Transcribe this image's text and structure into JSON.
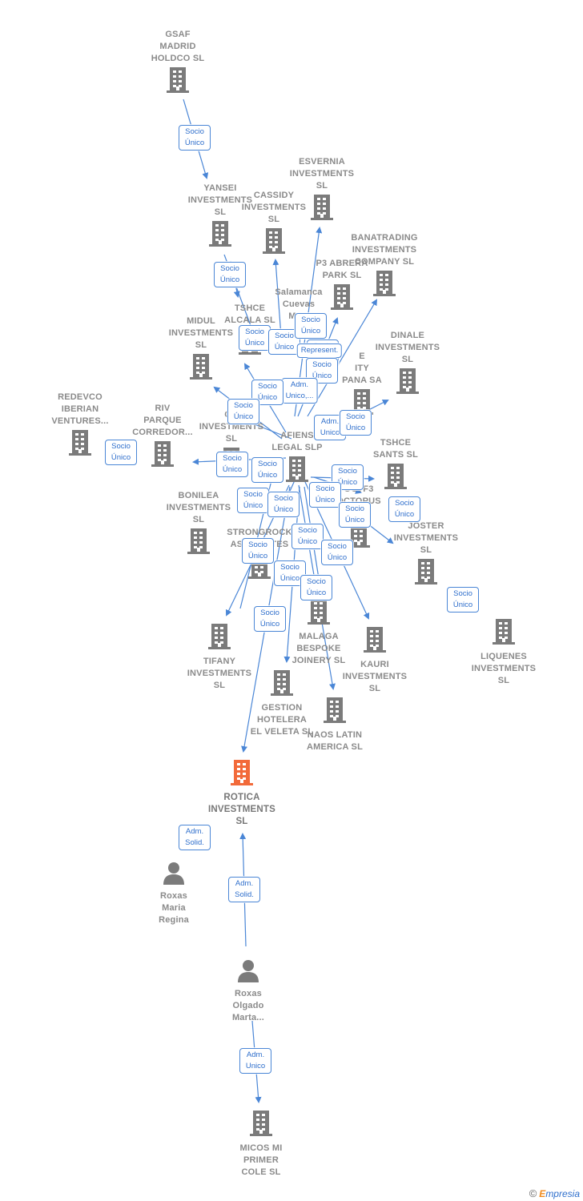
{
  "colors": {
    "edge": "#4a86d6",
    "building": "#7b7b7b",
    "highlight": "#f26a3a",
    "person": "#7b7b7b"
  },
  "nodes": [
    {
      "id": "gsaf",
      "label": "GSAF\nMADRID\nHOLDCO  SL",
      "icon": "building-icon",
      "label_pos": "above"
    },
    {
      "id": "yansei",
      "label": "YANSEI\nINVESTMENTS\nSL",
      "icon": "building-icon",
      "label_pos": "above"
    },
    {
      "id": "cassidy",
      "label": "CASSIDY\nINVESTMENTS\nSL",
      "icon": "building-icon",
      "label_pos": "above"
    },
    {
      "id": "esvernia",
      "label": "ESVERNIA\nINVESTMENTS\nSL",
      "icon": "building-icon",
      "label_pos": "above"
    },
    {
      "id": "banatrading",
      "label": "BANATRADING\nINVESTMENTS\nCOMPANY  SL",
      "icon": "building-icon",
      "label_pos": "above"
    },
    {
      "id": "p3abrera",
      "label": "P3 ABRERA\nPARK  SL",
      "icon": "building-icon",
      "label_pos": "above"
    },
    {
      "id": "salamanca",
      "label": "Salamanca\nCuevas\nMa...",
      "icon": "none",
      "label_pos": "above"
    },
    {
      "id": "tshce_alcala",
      "label": "TSHCE\nALCALA  SL",
      "icon": "building-icon",
      "label_pos": "above"
    },
    {
      "id": "midul",
      "label": "MIDUL\nINVESTMENTS\nSL",
      "icon": "building-icon",
      "label_pos": "above"
    },
    {
      "id": "dinale",
      "label": "DINALE\nINVESTMENTS\nSL",
      "icon": "building-icon",
      "label_pos": "above"
    },
    {
      "id": "quality",
      "label": "E\nITY\nPANA SA",
      "icon": "building-icon",
      "label_pos": "above"
    },
    {
      "id": "redevco",
      "label": "REDEVCO\nIBERIAN\nVENTURES...",
      "icon": "building-icon",
      "label_pos": "above"
    },
    {
      "id": "riv",
      "label": "RIV\nPARQUE\nCORREDOR...",
      "icon": "building-icon",
      "label_pos": "above"
    },
    {
      "id": "go",
      "label": "GO\nINVESTMENTS\nSL",
      "icon": "building-icon",
      "label_pos": "above"
    },
    {
      "id": "afiens",
      "label": "AFIENS\nLEGAL  SLP",
      "icon": "building-icon",
      "label_pos": "above"
    },
    {
      "id": "tshce_sants",
      "label": "TSHCE\nSANTS  SL",
      "icon": "building-icon",
      "label_pos": "above"
    },
    {
      "id": "octopus",
      "label": "OCTF3\nOCTOPUS\nH...",
      "icon": "building-icon",
      "label_pos": "above"
    },
    {
      "id": "bonilea",
      "label": "BONILEA\nINVESTMENTS\nSL",
      "icon": "building-icon",
      "label_pos": "above"
    },
    {
      "id": "strongrock",
      "label": "STRONGROCK\nASSOCIATES",
      "icon": "building-icon",
      "label_pos": "above"
    },
    {
      "id": "joster",
      "label": "JOSTER\nINVESTMENTS\nSL",
      "icon": "building-icon",
      "label_pos": "above"
    },
    {
      "id": "liquenes",
      "label": "LIQUENES\nINVESTMENTS\nSL",
      "icon": "building-icon",
      "label_pos": "below"
    },
    {
      "id": "tifany",
      "label": "TIFANY\nINVESTMENTS\nSL",
      "icon": "building-icon",
      "label_pos": "below"
    },
    {
      "id": "malaga",
      "label": "MALAGA\nBESPOKE\nJOINERY  SL",
      "icon": "building-icon",
      "label_pos": "below"
    },
    {
      "id": "kauri",
      "label": "KAURI\nINVESTMENTS\nSL",
      "icon": "building-icon",
      "label_pos": "below"
    },
    {
      "id": "gestion",
      "label": "GESTION\nHOTELERA\nEL VELETA  SL",
      "icon": "building-icon",
      "label_pos": "below"
    },
    {
      "id": "naos",
      "label": "NAOS LATIN\nAMERICA  SL",
      "icon": "building-icon",
      "label_pos": "below"
    },
    {
      "id": "rotica",
      "label": "ROTICA\nINVESTMENTS\nSL",
      "icon": "building-icon",
      "label_pos": "below",
      "highlight": true
    },
    {
      "id": "roxas_maria",
      "label": "Roxas\nMaria\nRegina",
      "icon": "person-icon",
      "label_pos": "below"
    },
    {
      "id": "roxas_olgado",
      "label": "Roxas\nOlgado\nMarta...",
      "icon": "person-icon",
      "label_pos": "below"
    },
    {
      "id": "micos",
      "label": "MICOS MI\nPRIMER\nCOLE SL",
      "icon": "building-icon",
      "label_pos": "below"
    }
  ],
  "badges": [
    "Socio\nÚnico",
    "Socio\nÚnico",
    "Socio\nÚnico",
    "Socio\nÚnico",
    "Socio\nÚnico",
    "Socio\nÚnico",
    "Represent.",
    "Socio\nÚnico",
    "Adm.\nUnico,...",
    "Socio\nÚnico",
    "Socio\nÚnico",
    "Socio\nÚnico",
    "Adm.\nUnico",
    "Socio\nÚnico",
    "Socio\nÚnico",
    "Socio\nÚnico",
    "Socio\nÚnico",
    "Socio\nÚnico",
    "Socio\nÚnico",
    "Socio\nÚnico",
    "Socio\nÚnico",
    "Socio\nÚnico",
    "Socio\nÚnico",
    "Socio\nÚnico",
    "Socio\nÚnico",
    "Socio\nÚnico",
    "Socio\nÚnico",
    "Socio\nÚnico",
    "Socio\nÚnico",
    "Adm.\nSolid.",
    "Adm.\nSolid.",
    "Adm.\nUnico"
  ],
  "brand": {
    "copyright": "©",
    "e": "E",
    "rest": "mpresia"
  }
}
